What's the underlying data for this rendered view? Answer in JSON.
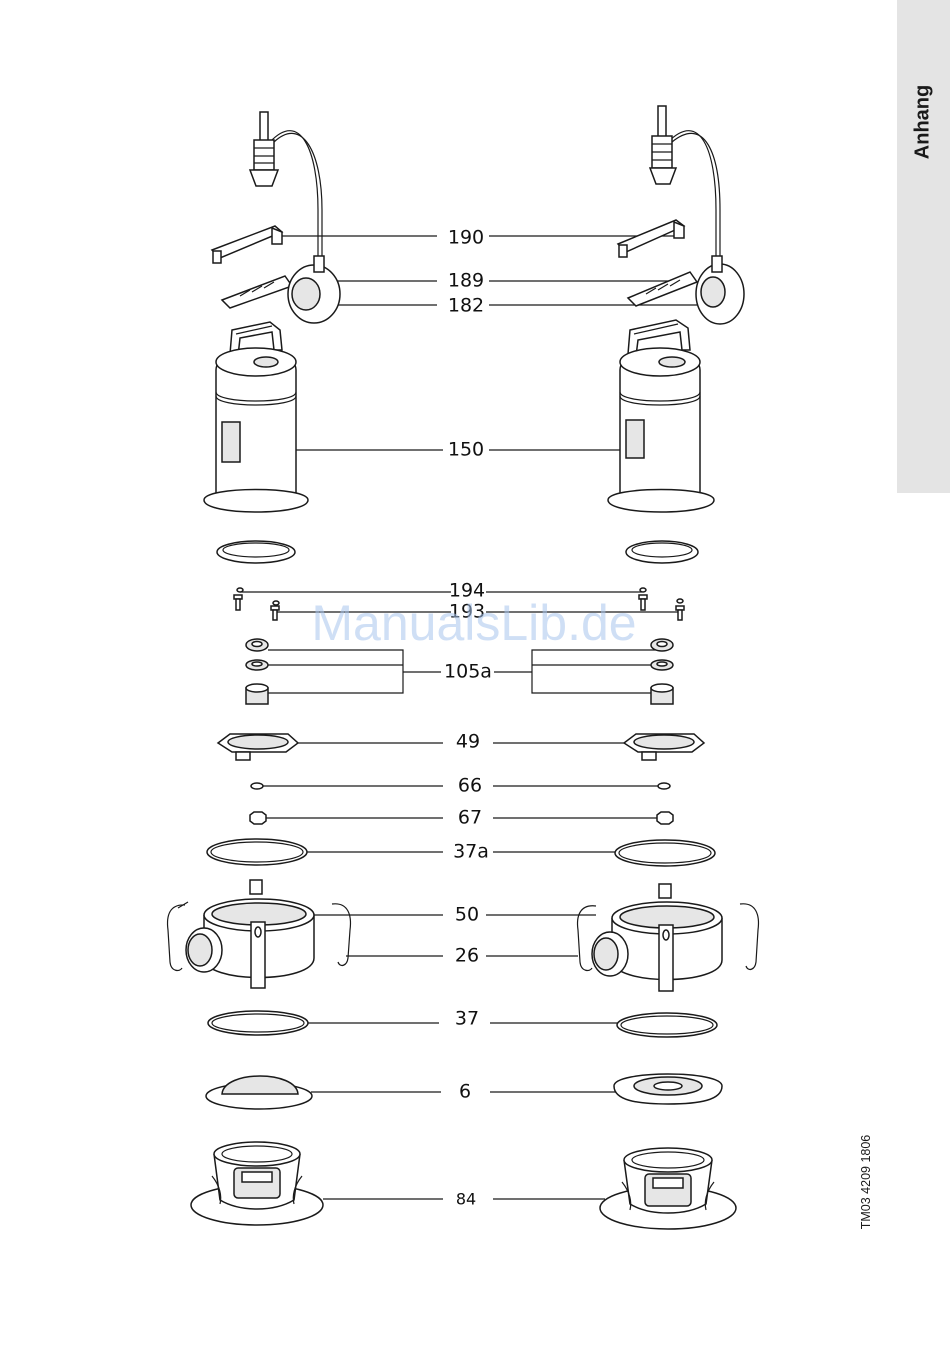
{
  "side_tab": {
    "label": "Anhang"
  },
  "document_code": "TM03 4209 1806",
  "watermark": "ManualsLib.de",
  "part_labels": {
    "p190": "190",
    "p189": "189",
    "p182": "182",
    "p150": "150",
    "p194": "194",
    "p193": "193",
    "p105a": "105a",
    "p49": "49",
    "p66": "66",
    "p67": "67",
    "p37a": "37a",
    "p50": "50",
    "p26": "26",
    "p37": "37",
    "p6": "6",
    "p84": "84"
  }
}
